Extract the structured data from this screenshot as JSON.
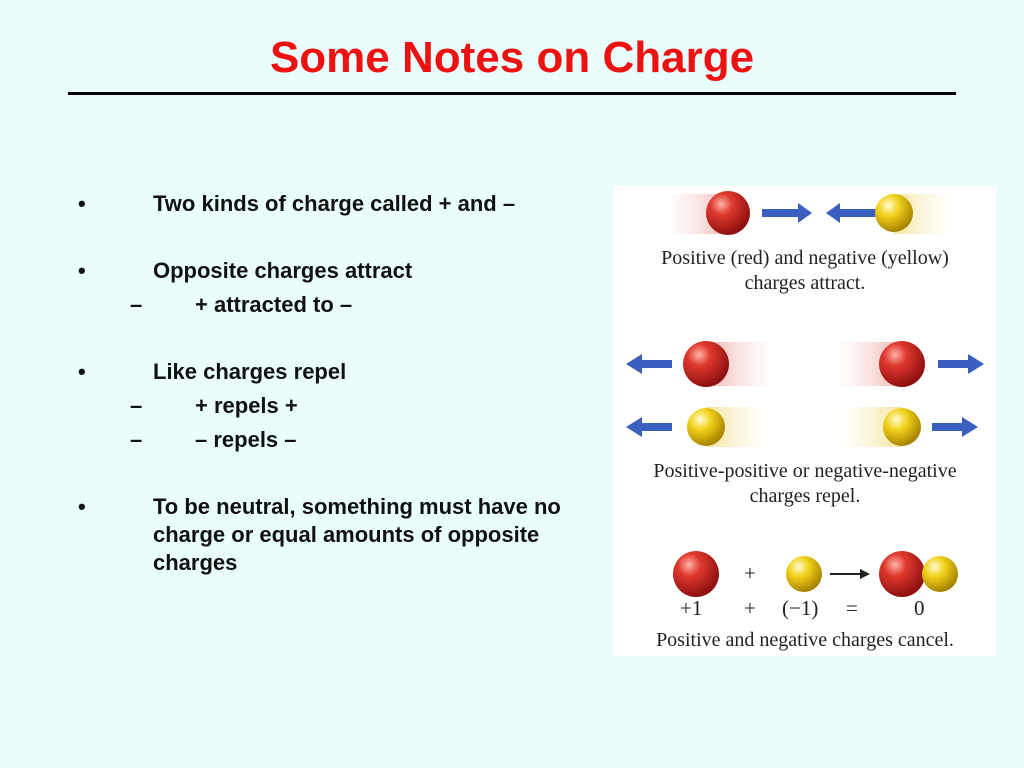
{
  "slide": {
    "title": "Some Notes on Charge"
  },
  "bullets": [
    {
      "marker": "•",
      "text": "Two kinds of charge called + and –"
    },
    {
      "marker": "•",
      "text": "Opposite charges attract"
    },
    {
      "marker": "–",
      "text": "+ attracted to –"
    },
    {
      "marker": "•",
      "text": "Like charges repel"
    },
    {
      "marker": "–",
      "text": "+ repels +"
    },
    {
      "marker": "–",
      "text": "– repels –"
    },
    {
      "marker": "•",
      "text": "To be neutral, something must have no charge or equal amounts of opposite charges"
    }
  ],
  "figure": {
    "caption_attract_line1": "Positive (red) and negative (yellow)",
    "caption_attract_line2": "charges attract.",
    "caption_repel_line1": "Positive-positive or negative-negative",
    "caption_repel_line2": "charges repel.",
    "plus_sign": "+",
    "eq_pos": "+1",
    "eq_plus": "+",
    "eq_neg": "(−1)",
    "eq_equals": "=",
    "eq_zero": "0",
    "caption_cancel": "Positive and negative charges cancel.",
    "colors": {
      "positive": "#d42a2a",
      "negative": "#e8c814",
      "arrow": "#3a5fbf"
    }
  }
}
